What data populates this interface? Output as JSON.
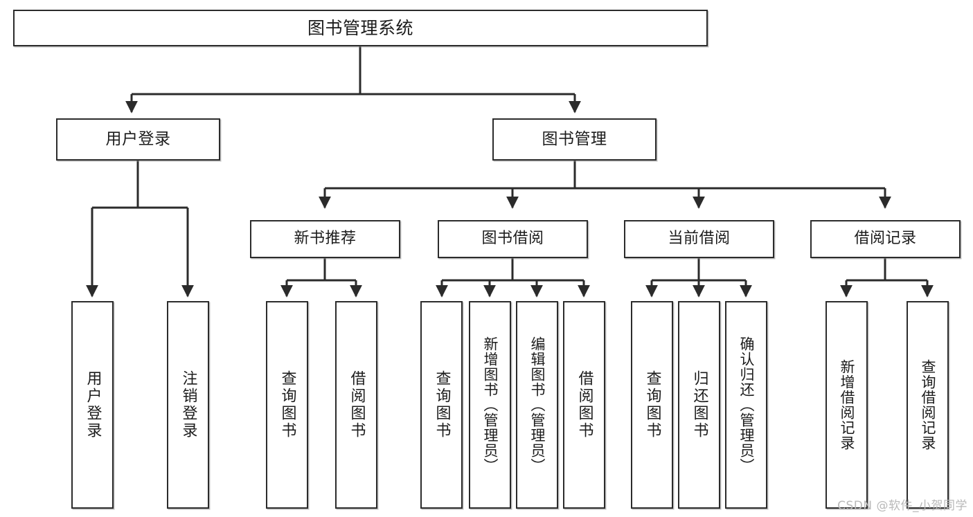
{
  "diagram": {
    "title": "图书管理系统",
    "watermark": "CSDN @软件_小贺同学",
    "root": {
      "label": "图书管理系统"
    },
    "tier2": [
      {
        "label": "用户登录"
      },
      {
        "label": "图书管理"
      }
    ],
    "tier3": [
      {
        "label": "新书推荐"
      },
      {
        "label": "图书借阅"
      },
      {
        "label": "当前借阅"
      },
      {
        "label": "借阅记录"
      }
    ],
    "leaves": {
      "user_login": [
        {
          "label": "用户登录"
        },
        {
          "label": "注销登录"
        }
      ],
      "new_book": [
        {
          "label": "查询图书"
        },
        {
          "label": "借阅图书"
        }
      ],
      "book_borrow": [
        {
          "label": "查询图书"
        },
        {
          "label": "新增图书（管理员）"
        },
        {
          "label": "编辑图书（管理员）"
        },
        {
          "label": "借阅图书"
        }
      ],
      "current_borrow": [
        {
          "label": "查询图书"
        },
        {
          "label": "归还图书"
        },
        {
          "label": "确认归还（管理员）"
        }
      ],
      "borrow_record": [
        {
          "label": "新增借阅记录"
        },
        {
          "label": "查询借阅记录"
        }
      ]
    }
  },
  "colors": {
    "stroke": "#2b2b2b",
    "fill": "#ffffff",
    "text": "#1c1c1c",
    "watermark": "#b9b9b9"
  }
}
